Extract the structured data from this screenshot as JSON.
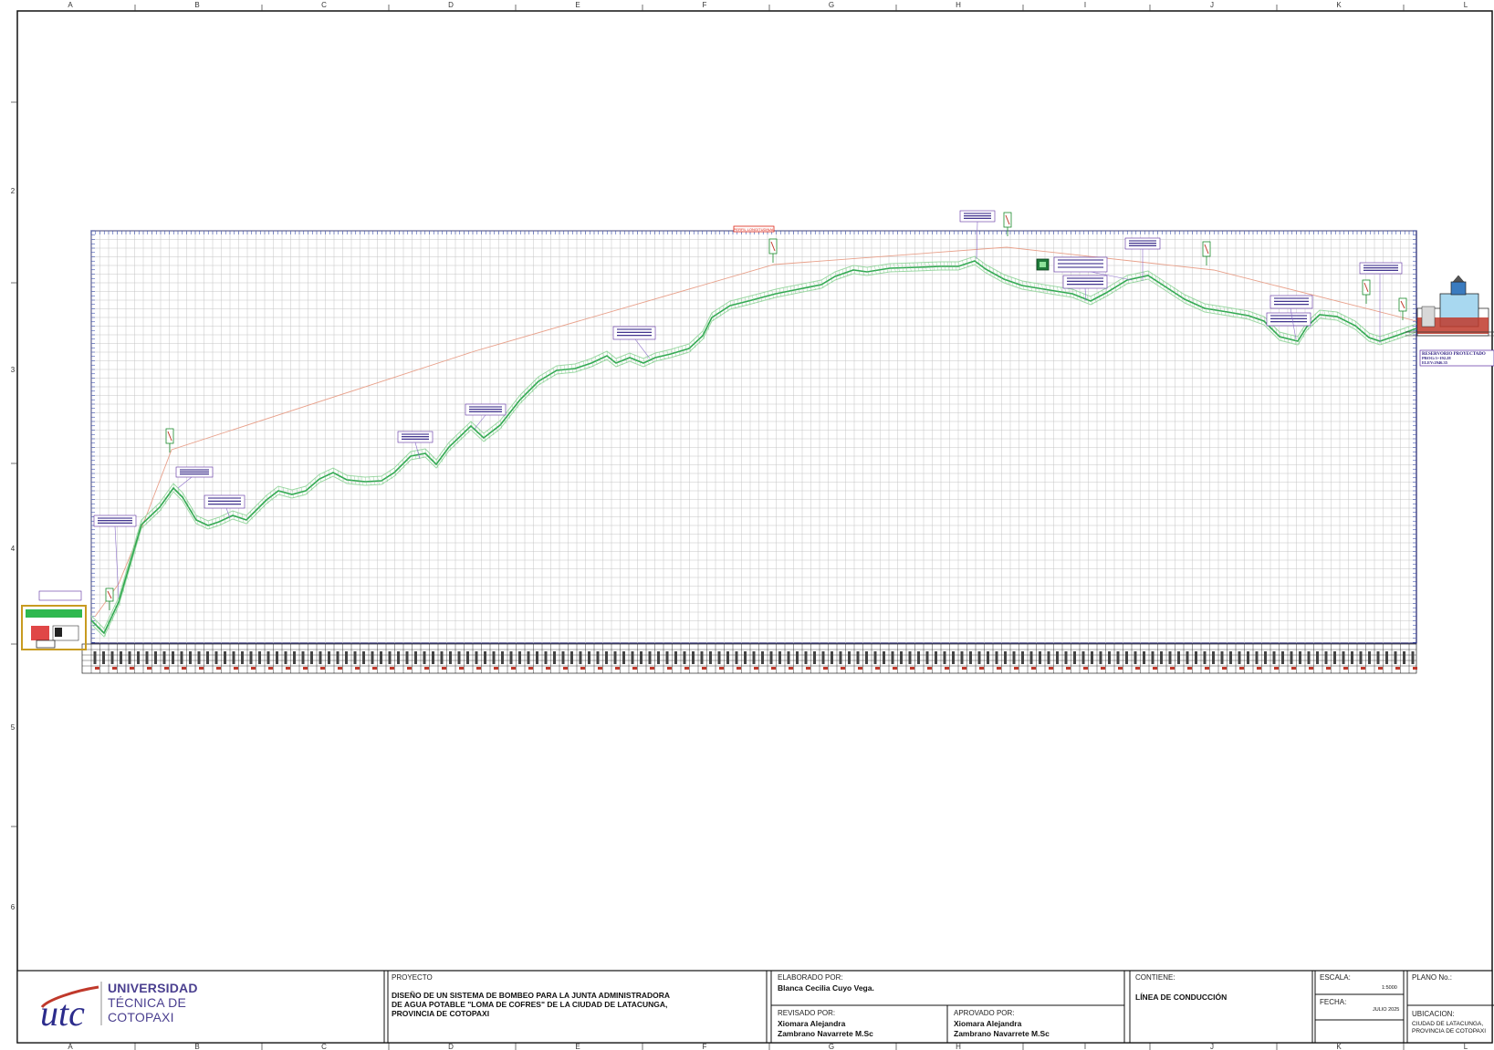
{
  "border": {
    "col_letters": [
      "A",
      "B",
      "C",
      "D",
      "E",
      "F",
      "G",
      "H",
      "I",
      "J",
      "K",
      "L"
    ],
    "row_numbers": [
      "2",
      "3",
      "4",
      "5",
      "6"
    ]
  },
  "profile": {
    "labels": {
      "perfil_longitudinal": "PERFIL LONGITUDINAL",
      "valvula_purga": "VALVULA DE PURGA",
      "valvula_aire": "VALVULA DE AIRE",
      "tanque_control": "TANQUE DE CONTROL",
      "reservorio": "RESERVORIO PROYECTADO",
      "reservorio_prog": "PROG:3+192.28",
      "reservorio_elev": "ELEV:2946.35"
    }
  },
  "title_block": {
    "logo_text": "utc",
    "university_line1": "UNIVERSIDAD",
    "university_line2": "TÉCNICA DE",
    "university_line3": "COTOPAXI",
    "proyecto_label": "PROYECTO",
    "proyecto_line1": "DISEÑO DE UN SISTEMA DE BOMBEO PARA LA JUNTA ADMINISTRADORA",
    "proyecto_line2": "DE AGUA POTABLE \"LOMA DE COFRES\" DE LA CIUDAD DE LATACUNGA,",
    "proyecto_line3": "PROVINCIA DE COTOPAXI",
    "elaborado_label": "ELABORADO POR:",
    "elaborado_value": "Blanca Cecilia Cuyo Vega.",
    "revisado_label": "REVISADO POR:",
    "revisado_line1": "Xiomara Alejandra",
    "revisado_line2": "Zambrano Navarrete M.Sc",
    "aprobado_label": "APROVADO POR:",
    "aprobado_line1": "Xiomara Alejandra",
    "aprobado_line2": "Zambrano Navarrete M.Sc",
    "contiene_label": "CONTIENE:",
    "contiene_value": "LÍNEA DE CONDUCCIÓN",
    "escala_label": "ESCALA:",
    "escala_value": "1:5000",
    "fecha_label": "FECHA:",
    "fecha_value": "JULIO 2025",
    "plano_label": "PLANO No.:",
    "ubicacion_label": "UBICACION:",
    "ubicacion_line1": "CIUDAD DE LATACUNGA,",
    "ubicacion_line2": "PROVINCIA DE COTOPAXI"
  },
  "colors": {
    "terrain": "#2fa84f",
    "terrain_light": "#9fd9a6",
    "grid": "#b8b8b8",
    "hgl": "#e8a08a",
    "label_border": "#5a2ca0",
    "label_text": "#2a1a80",
    "frame": "#1b1b66",
    "logo_red": "#c0392b",
    "logo_blue": "#2c2c8c"
  }
}
